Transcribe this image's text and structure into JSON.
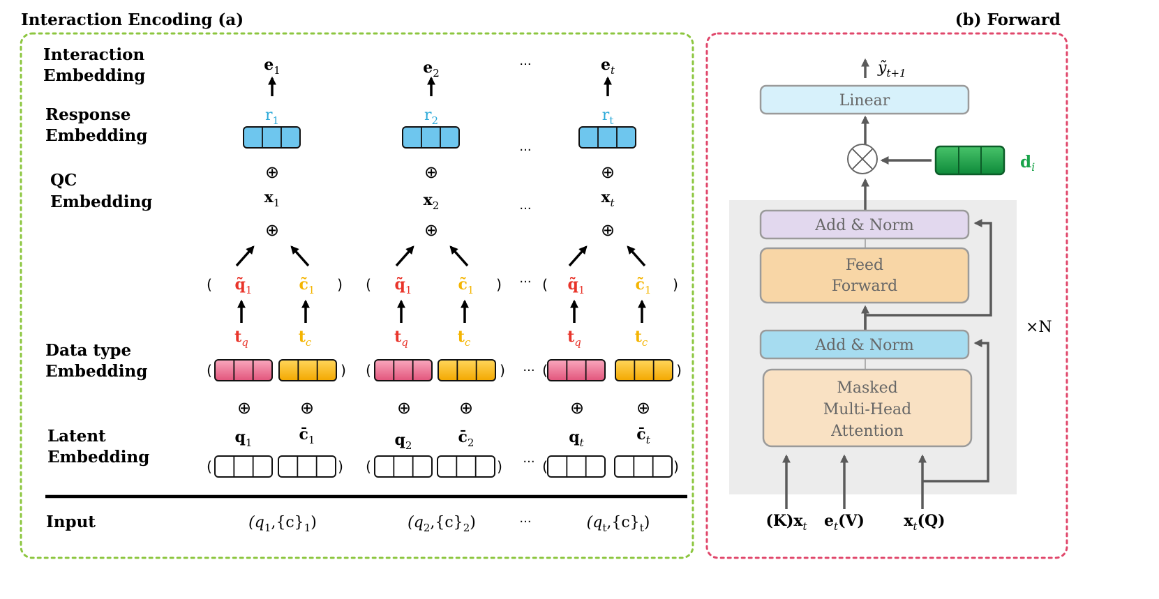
{
  "titles": {
    "left": "Interaction Encoding (a)",
    "right": "(b) Forward"
  },
  "row_labels": {
    "interaction": [
      "Interaction",
      "Embedding"
    ],
    "response": [
      "Response",
      "Embedding"
    ],
    "qc": [
      "QC",
      "Embedding"
    ],
    "datatype": [
      "Data type",
      "Embedding"
    ],
    "latent": [
      "Latent",
      "Embedding"
    ],
    "input": "Input"
  },
  "columns": [
    {
      "e_base": "e",
      "e_sub": "1",
      "r_base": "r",
      "r_sub": "1",
      "x_base": "x",
      "x_sub": "1",
      "qt_base": "q̃",
      "qt_sub": "1",
      "ct_base": "c̃",
      "ct_sub": "1",
      "q_base": "q",
      "q_sub": "1",
      "c_base": "c̄",
      "c_sub": "1",
      "in_pre": "(q",
      "in_sub1": "1",
      "in_mid": ",{c}",
      "in_sub2": "1",
      "in_post": ")"
    },
    {
      "e_base": "e",
      "e_sub": "2",
      "r_base": "r",
      "r_sub": "2",
      "x_base": "x",
      "x_sub": "2",
      "qt_base": "q̃",
      "qt_sub": "1",
      "ct_base": "c̃",
      "ct_sub": "1",
      "q_base": "q",
      "q_sub": "2",
      "c_base": "c̄",
      "c_sub": "2",
      "in_pre": "(q",
      "in_sub1": "2",
      "in_mid": ",{c}",
      "in_sub2": "2",
      "in_post": ")"
    },
    {
      "e_base": "e",
      "e_sub": "t",
      "r_base": "r",
      "r_sub": "t",
      "x_base": "x",
      "x_sub": "t",
      "qt_base": "q̃",
      "qt_sub": "1",
      "ct_base": "c̃",
      "ct_sub": "1",
      "q_base": "q",
      "q_sub": "t",
      "c_base": "c̄",
      "c_sub": "t",
      "in_pre": "(q",
      "in_sub1": "t",
      "in_mid": ",{c}",
      "in_sub2": "t",
      "in_post": ")"
    }
  ],
  "type_labels": {
    "tq_base": "t",
    "tq_sub": "q",
    "tc_base": "t",
    "tc_sub": "c"
  },
  "symbols": {
    "oplus": "⊕",
    "otimes": "⨂",
    "ellipsis": "···",
    "open_paren": "(",
    "close_paren": ")"
  },
  "forward": {
    "output_base": "ỹ",
    "output_sub": "t+1",
    "linear": "Linear",
    "add_norm": "Add & Norm",
    "feed_forward": [
      "Feed",
      "Forward"
    ],
    "attention": [
      "Masked",
      "Multi-Head",
      "Attention"
    ],
    "repeat": "×N",
    "d_base": "d",
    "d_sub": "i",
    "inputs": [
      {
        "pre": "(K)",
        "base": "x",
        "sub": "t",
        "post": ""
      },
      {
        "pre": "",
        "base": "e",
        "sub": "t",
        "post": "(V)"
      },
      {
        "pre": "",
        "base": "x",
        "sub": "t",
        "post": "(Q)"
      }
    ]
  },
  "colors": {
    "green_border": "#8cc63f",
    "red_border": "#e0476b",
    "response_fill": "#6ec6ee",
    "q_red": "#e8342a",
    "c_yellow": "#f4b400",
    "r_blue": "#29a8d8",
    "d_green": "#1aa34a",
    "linear_fill": "#d7f1fb",
    "addnorm_top": "#e2d8ee",
    "addnorm_bottom": "#a6dcf0",
    "ff_fill": "#f8d6a6",
    "attn_fill": "#f9e1c3",
    "panel_gray": "#ececec"
  }
}
